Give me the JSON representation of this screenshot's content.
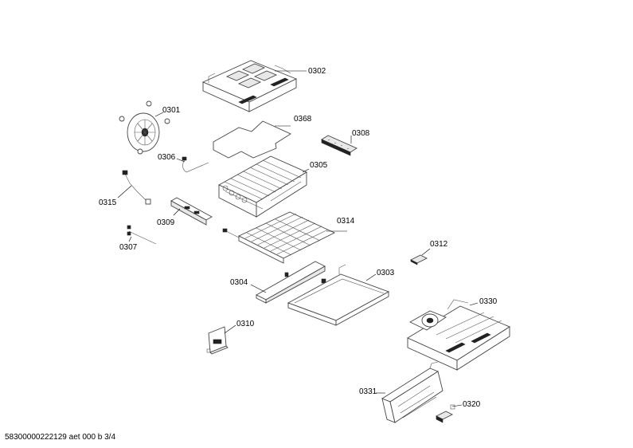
{
  "labels": {
    "p0302": "0302",
    "p0301": "0301",
    "p0368": "0368",
    "p0308": "0308",
    "p0306": "0306",
    "p0305": "0305",
    "p0315": "0315",
    "p0309": "0309",
    "p0314": "0314",
    "p0307": "0307",
    "p0312": "0312",
    "p0304": "0304",
    "p0303": "0303",
    "p0330": "0330",
    "p0310": "0310",
    "p0331": "0331",
    "p0320": "0320"
  },
  "footer": "58300000222129 aet 000 b 3/4"
}
